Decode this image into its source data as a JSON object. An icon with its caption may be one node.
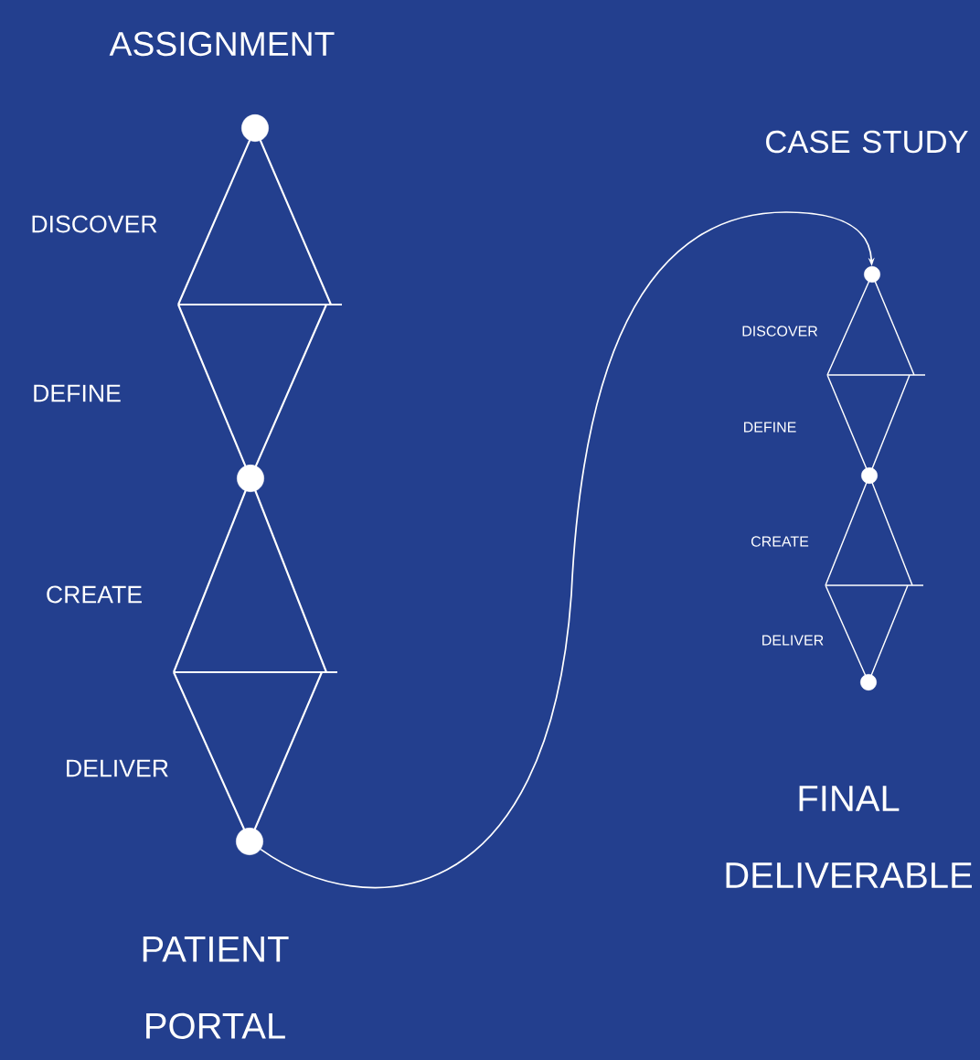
{
  "diagram": {
    "nodes": [
      {
        "text": [],
        "shape": "circle",
        "beside": [
          "ASSIGNMENT"
        ]
      },
      {
        "text": [],
        "shape": "circle"
      },
      {
        "text": [],
        "shape": "circle",
        "beside": [
          "PATIENT PORTAL"
        ]
      },
      {
        "text": [],
        "shape": "circle",
        "beside": [
          "CASE STUDY"
        ]
      },
      {
        "text": [],
        "shape": "circle"
      },
      {
        "text": [],
        "shape": "circle",
        "beside": [
          "FINAL DELIVERABLE"
        ]
      }
    ],
    "edges": [
      {
        "from": 2,
        "to": 3,
        "arrow": "to"
      }
    ],
    "labels": [
      "DISCOVER",
      "DISCOVER",
      "DEFINE",
      "DEFINE",
      "CREATE",
      "CREATE",
      "DELIVER",
      "DELIVER"
    ]
  }
}
